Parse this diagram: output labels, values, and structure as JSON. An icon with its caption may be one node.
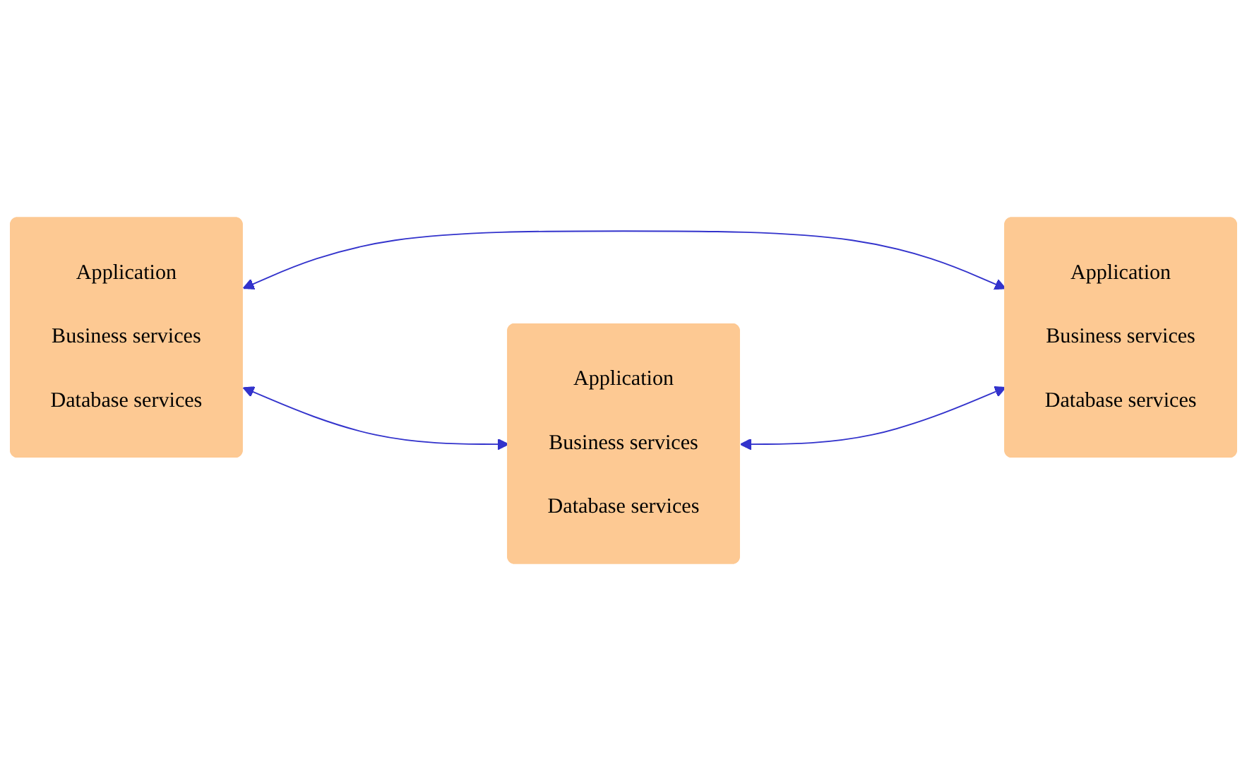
{
  "diagram": {
    "nodes": [
      {
        "text": [
          "Application",
          "Business services",
          "Database services"
        ]
      },
      {
        "text": [
          "Application",
          "Business services",
          "Database services"
        ]
      },
      {
        "text": [
          "Application",
          "Business services",
          "Database services"
        ]
      }
    ],
    "edges": [
      {
        "from": 0,
        "to": 1,
        "arrow": "both"
      },
      {
        "from": 0,
        "to": 2,
        "arrow": "both"
      },
      {
        "from": 1,
        "to": 2,
        "arrow": "both"
      }
    ]
  }
}
